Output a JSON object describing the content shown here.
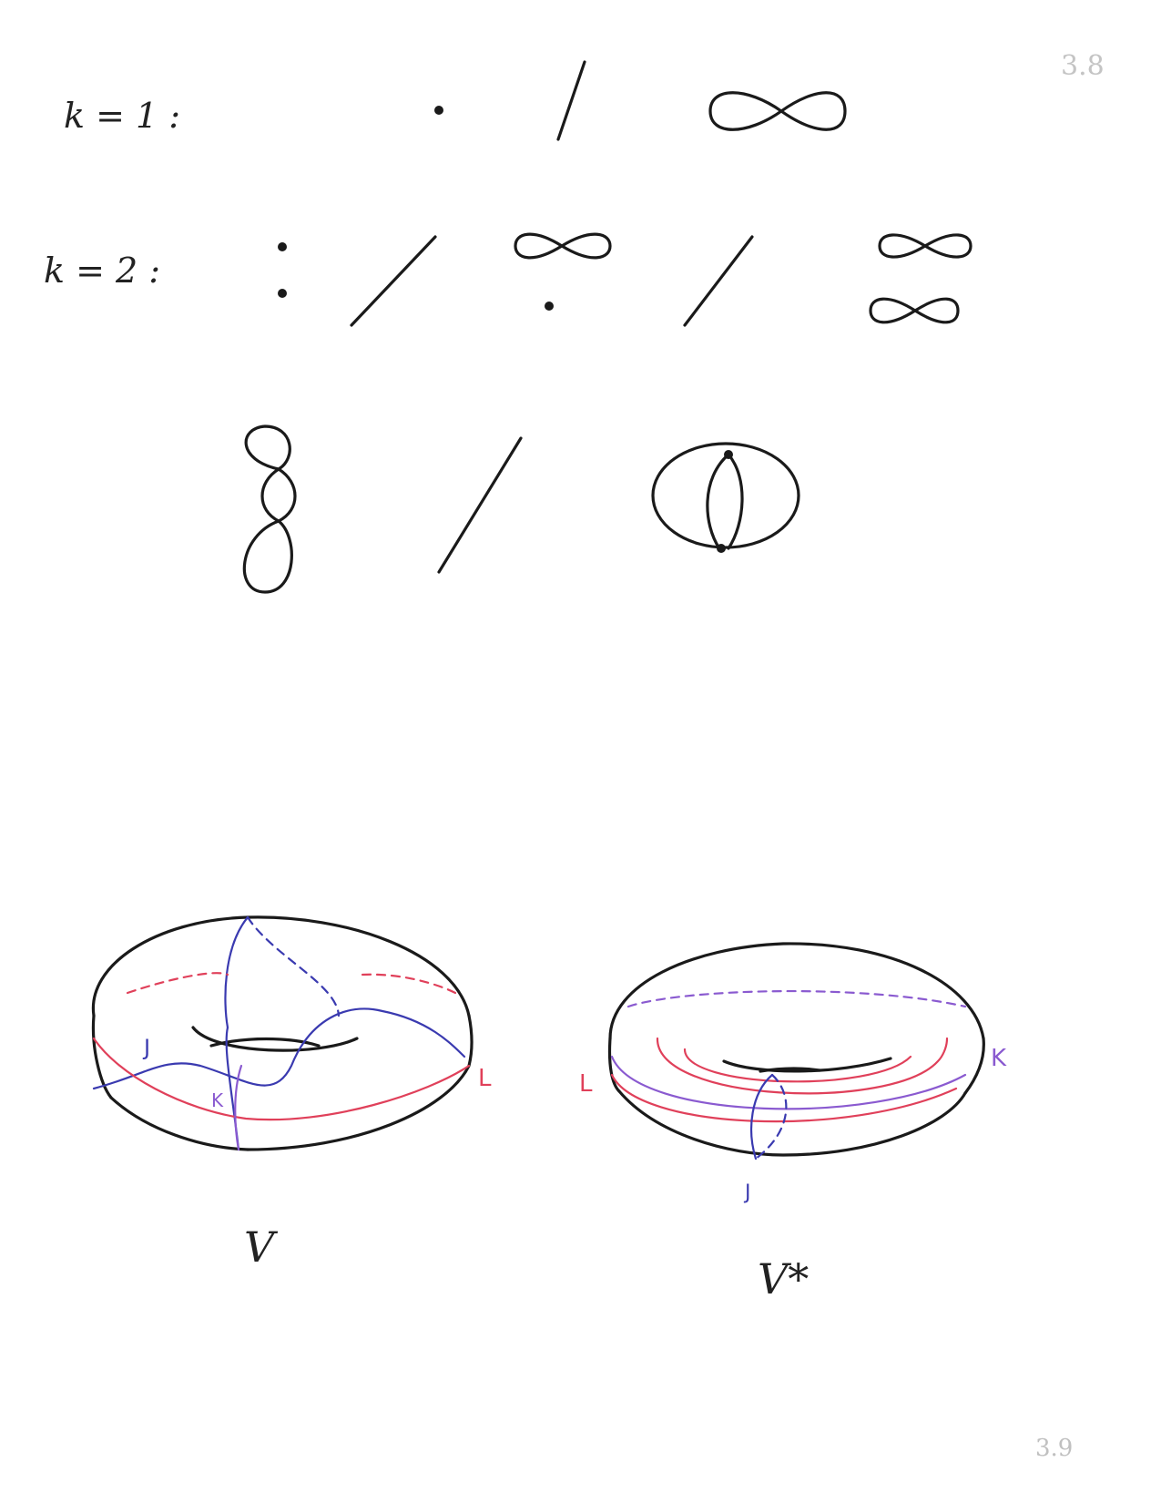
{
  "page": {
    "page_number_top": "3.8",
    "page_number_bottom": "3.9"
  },
  "row_k1": {
    "label": "k = 1 :"
  },
  "row_k2": {
    "label": "k = 2 :"
  },
  "tori": {
    "left": {
      "caption": "V",
      "curve_labels": {
        "j": "J",
        "k": "K",
        "l": "L"
      }
    },
    "right": {
      "caption": "V*",
      "curve_labels": {
        "j": "J",
        "k": "K",
        "l": "L"
      }
    }
  },
  "colors": {
    "ink": "#1a1a1a",
    "blue": "#3a3ab0",
    "red": "#e0405a",
    "violet": "#8a5ad0",
    "pencil": "#b8b8b8"
  }
}
